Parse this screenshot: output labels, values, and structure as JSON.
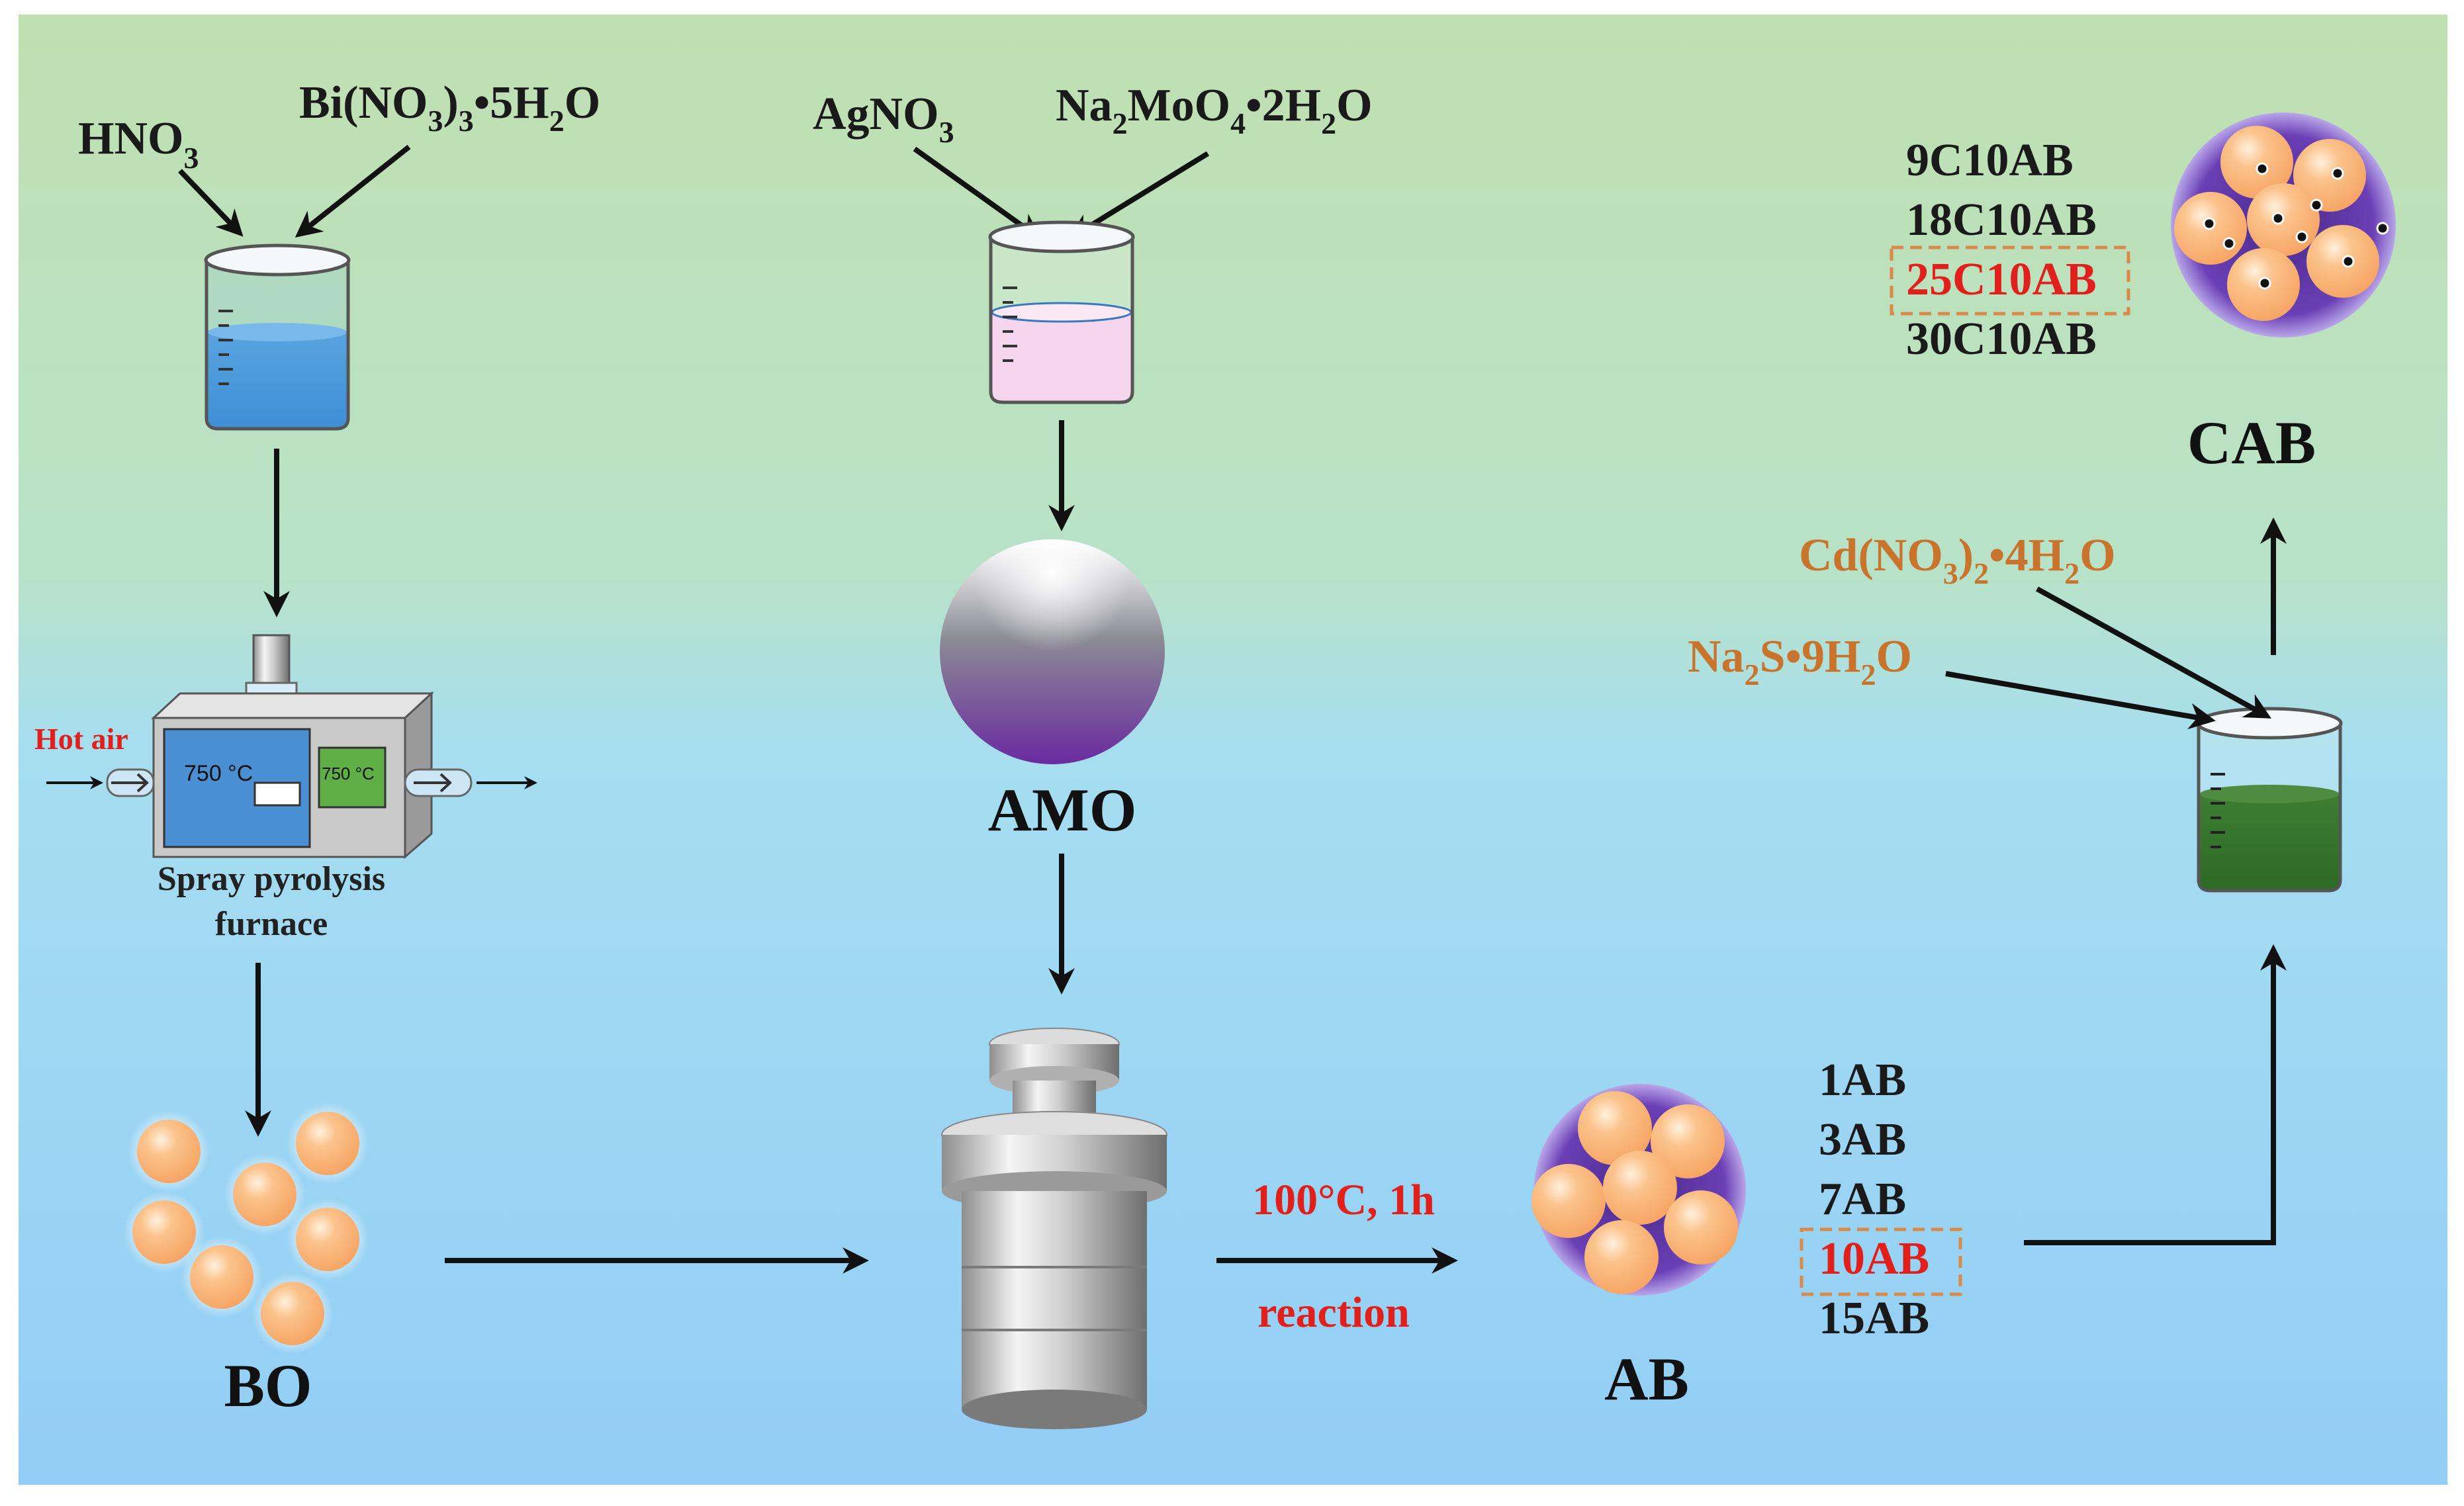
{
  "colors": {
    "bg_top": "#bfe0b0",
    "bg_bottom": "#92cdf6",
    "bo_particle": "#f6a564",
    "amo_top": "#ffffff",
    "amo_bottom": "#6a2aa0",
    "ab_core": "#6b3fb5",
    "green_solution": "#2d6a25",
    "blue_solution": "#3f8fd6",
    "pink_solution": "#f5d6ee",
    "highlight_red": "#e0201c",
    "reagent_orange": "#c8742c",
    "highlight_box": "#d88a4a"
  },
  "step1": {
    "reagent_a": {
      "base": "HNO",
      "sub": "3"
    },
    "reagent_b": {
      "p1": "Bi(NO",
      "s1": "3",
      "p2": ")",
      "s2": "3",
      "p3": "•5H",
      "s3": "2",
      "p4": "O"
    },
    "furnace_label_1": "Spray pyrolysis",
    "furnace_label_2": "furnace",
    "hot_air": "Hot air",
    "furnace_temp_main": "750 °C",
    "furnace_temp_display": "750 °C",
    "product": "BO"
  },
  "step2": {
    "reagent_a": {
      "base": "AgNO",
      "sub": "3"
    },
    "reagent_b": {
      "p1": "Na",
      "s1": "2",
      "p2": "MoO",
      "s2": "4",
      "p3": "•2H",
      "s3": "2",
      "p4": "O"
    },
    "product": "AMO"
  },
  "step3": {
    "condition": "100°C, 1h",
    "action": "reaction",
    "product": "AB",
    "variants": [
      "1AB",
      "3AB",
      "7AB",
      "10AB",
      "15AB"
    ],
    "selected_variant": "10AB"
  },
  "step4": {
    "reagent_a": {
      "p1": "Cd(NO",
      "s1": "3",
      "p2": ")",
      "s2": "2",
      "p3": "•4H",
      "s3": "2",
      "p4": "O"
    },
    "reagent_b": {
      "p1": "Na",
      "s1": "2",
      "p2": "S•9H",
      "s2": "2",
      "p3": "O"
    },
    "product": "CAB",
    "variants": [
      "9C10AB",
      "18C10AB",
      "25C10AB",
      "30C10AB"
    ],
    "selected_variant": "25C10AB"
  }
}
